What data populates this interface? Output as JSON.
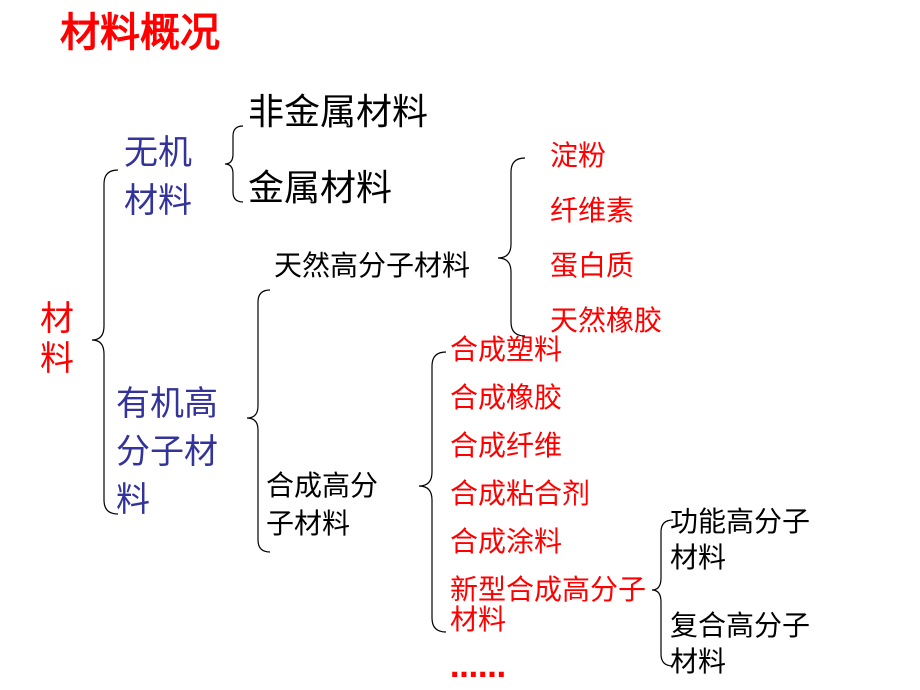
{
  "title": "材料概况",
  "root": {
    "line1": "材",
    "line2": "料"
  },
  "inorganic": {
    "label_line1": "无机",
    "label_line2": "材料",
    "items": [
      "非金属材料",
      "金属材料"
    ]
  },
  "organic": {
    "label_line1": "有机高",
    "label_line2": "分子材",
    "label_line3": "料",
    "natural": {
      "label": "天然高分子材料",
      "items": [
        "淀粉",
        "纤维素",
        "蛋白质",
        "天然橡胶"
      ]
    },
    "synthetic": {
      "label_line1": "合成高分",
      "label_line2": "子材料",
      "items": [
        "合成塑料",
        "合成橡胶",
        "合成纤维",
        "合成粘合剂",
        "合成涂料"
      ],
      "new_type": {
        "line1": "新型合成高分子",
        "line2": "材料"
      },
      "ellipsis": "……",
      "sub": {
        "functional_line1": "功能高分子",
        "functional_line2": "材料",
        "composite_line1": "复合高分子",
        "composite_line2": "材料"
      }
    }
  },
  "colors": {
    "red": "#ff0000",
    "blue": "#333399",
    "black": "#000000"
  }
}
